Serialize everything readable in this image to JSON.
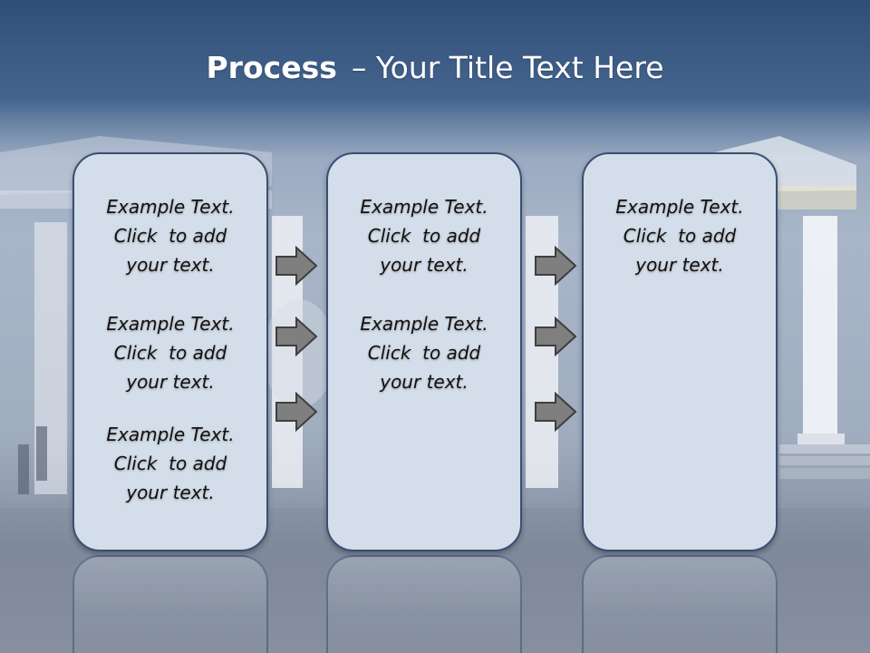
{
  "title": {
    "strong": "Process",
    "rest": "– Your Title Text Here"
  },
  "panels": [
    {
      "blocks": [
        {
          "lines": [
            "Example Text.",
            "Click  to add",
            "your text."
          ]
        },
        {
          "lines": [
            "Example Text.",
            "Click  to add",
            "your text."
          ]
        },
        {
          "lines": [
            "Example Text.",
            "Click  to add",
            "your text."
          ]
        }
      ]
    },
    {
      "blocks": [
        {
          "lines": [
            "Example Text.",
            "Click  to add",
            "your text."
          ]
        },
        {
          "lines": [
            "Example Text.",
            "Click  to add",
            "your text."
          ]
        }
      ]
    },
    {
      "blocks": [
        {
          "lines": [
            "Example Text.",
            "Click  to add",
            "your text."
          ]
        }
      ]
    }
  ],
  "arrows": {
    "between_panel_1_and_2": 3,
    "between_panel_2_and_3": 3,
    "icon": "right-arrow-icon",
    "fill": "#7f7f7f",
    "stroke": "#3f3f3f"
  },
  "colors": {
    "header": "#2f4f78",
    "panel_fill": "#d4deea",
    "panel_border": "#3a4f72",
    "title_text": "#ffffff"
  }
}
